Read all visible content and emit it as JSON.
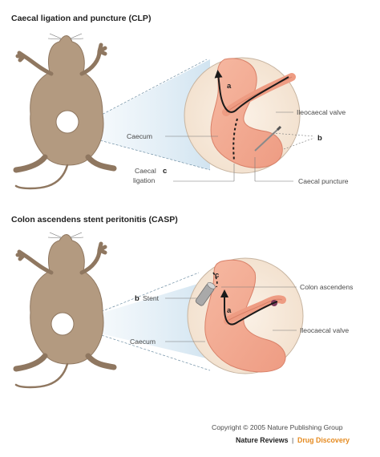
{
  "panels": {
    "clp": {
      "title": "Caecal ligation and puncture (CLP)",
      "labels": {
        "caecum": "Caecum",
        "ligation_line1": "Caecal",
        "ligation_line2": "ligation",
        "ligation_letter": "c",
        "valve": "Ileocaecal valve",
        "puncture": "Caecal puncture",
        "letter_a": "a",
        "letter_b": "b"
      }
    },
    "casp": {
      "title": "Colon ascendens stent peritonitis (CASP)",
      "labels": {
        "stent": "Stent",
        "stent_letter": "b",
        "colon": "Colon ascendens",
        "valve": "Ileocaecal valve",
        "caecum": "Caecum",
        "letter_a": "a",
        "letter_c": "c"
      }
    }
  },
  "footer": {
    "copyright": "Copyright © 2005 Nature Publishing Group",
    "journal": "Nature Reviews",
    "separator": "|",
    "section": "Drug Discovery"
  },
  "colors": {
    "mouse_body": "#b39a80",
    "mouse_outline": "#8f7760",
    "magnifier_bg": "#f7eadb",
    "caecum_fill": "#f2a88f",
    "caecum_outline": "#d98169",
    "beam": "#cfe3f0",
    "accent": "#e58a1f"
  }
}
